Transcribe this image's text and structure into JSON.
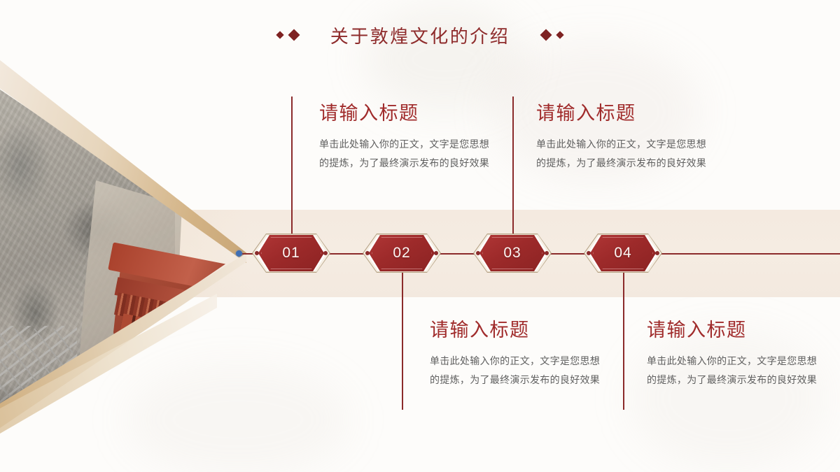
{
  "slide": {
    "title": "关于敦煌文化的介绍",
    "accent_red": "#9d2a2a",
    "title_red": "#8e2b2b",
    "gold": "#cfae7f",
    "band_beige": "#f4eae0",
    "background": "#fdfcfa",
    "body_gray": "#5f5f5f"
  },
  "decor": {
    "left_small_diamond": "diamond-icon",
    "left_large_diamond": "diamond-icon",
    "right_large_diamond": "diamond-icon",
    "right_small_diamond": "diamond-icon"
  },
  "photo": {
    "alt": "敦煌莫高窟崖壁与红色木构窟檐",
    "shape": "triangle-wedge"
  },
  "timeline": {
    "markers": [
      {
        "number": "01",
        "position": "above"
      },
      {
        "number": "02",
        "position": "below"
      },
      {
        "number": "03",
        "position": "above"
      },
      {
        "number": "04",
        "position": "below"
      }
    ]
  },
  "blocks": [
    {
      "id": "01",
      "heading": "请输入标题",
      "body": "单击此处输入你的正文，文字是您思想的提炼，为了最终演示发布的良好效果"
    },
    {
      "id": "02",
      "heading": "请输入标题",
      "body": "单击此处输入你的正文，文字是您思想的提炼，为了最终演示发布的良好效果"
    },
    {
      "id": "03",
      "heading": "请输入标题",
      "body": "单击此处输入你的正文，文字是您思想的提炼，为了最终演示发布的良好效果"
    },
    {
      "id": "04",
      "heading": "请输入标题",
      "body": "单击此处输入你的正文，文字是您思想的提炼，为了最终演示发布的良好效果"
    }
  ]
}
